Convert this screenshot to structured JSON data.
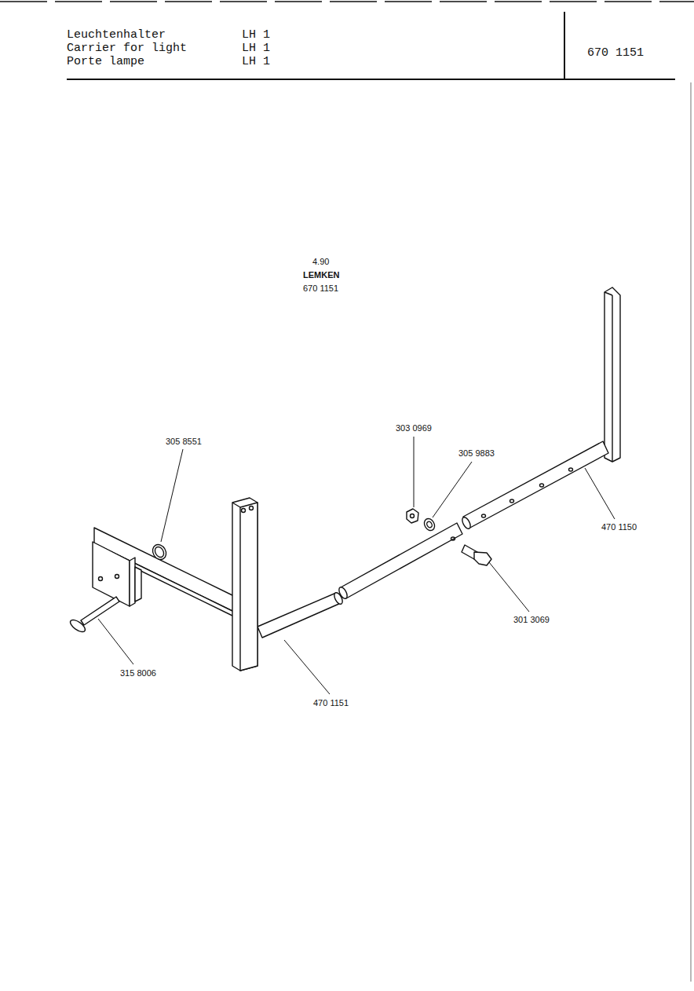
{
  "diagram": {
    "labels": [
      "Leuchtenhalter",
      "LH 1",
      "Carrier for light",
      "LH 1",
      "Porte lampe",
      "LH 1",
      "670 1151",
      "4.90",
      "LEMKEN",
      "670 1151",
      "305 8551",
      "303 0969",
      "305 9883",
      "470 1150",
      "301 3069",
      "315 8006",
      "470 1151"
    ]
  }
}
